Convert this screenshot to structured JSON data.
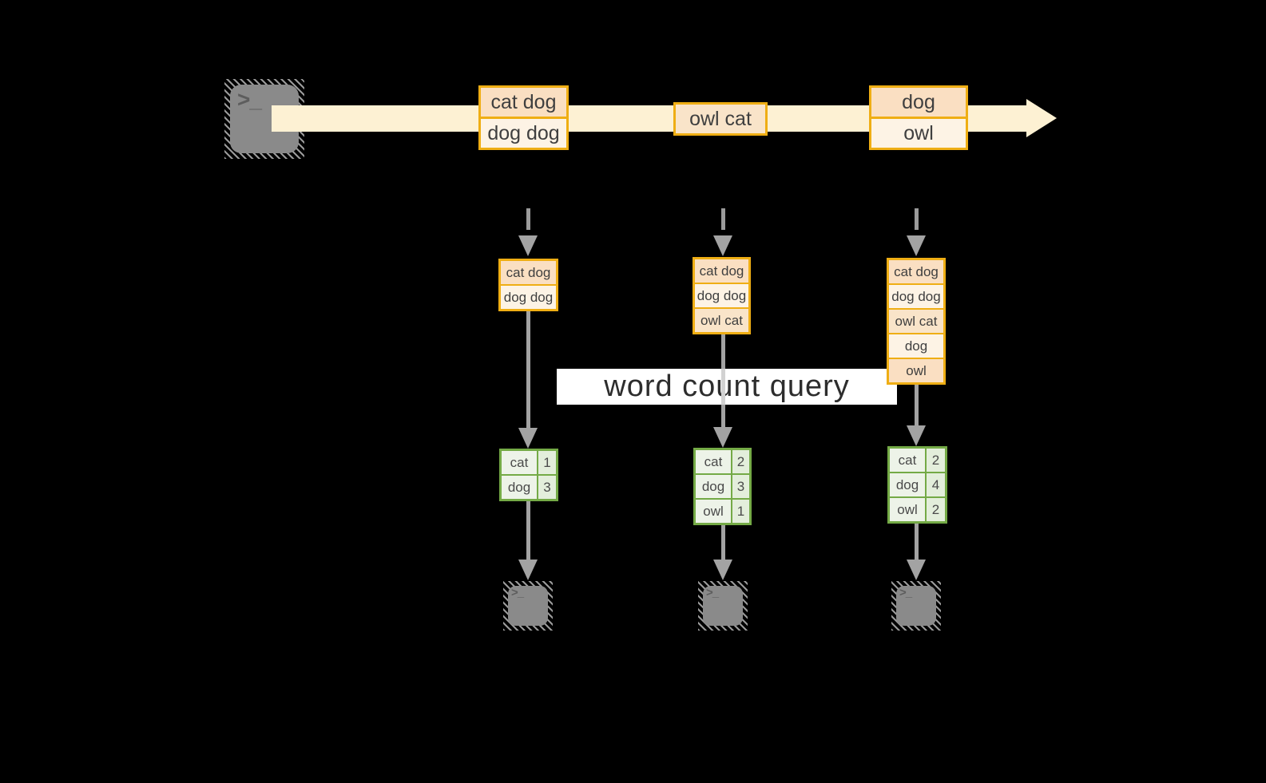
{
  "diagram": {
    "query_label": "word count query",
    "prompt_glyph": ">_"
  },
  "stream": {
    "batches": [
      {
        "rows": [
          "cat dog",
          "dog dog"
        ]
      },
      {
        "rows": [
          "owl cat"
        ]
      },
      {
        "rows": [
          "dog",
          "owl"
        ]
      }
    ]
  },
  "columns": [
    {
      "input_rows": [
        "cat dog",
        "dog dog"
      ],
      "result": [
        {
          "word": "cat",
          "count": "1"
        },
        {
          "word": "dog",
          "count": "3"
        }
      ]
    },
    {
      "input_rows": [
        "cat dog",
        "dog dog",
        "owl cat"
      ],
      "result": [
        {
          "word": "cat",
          "count": "2"
        },
        {
          "word": "dog",
          "count": "3"
        },
        {
          "word": "owl",
          "count": "1"
        }
      ]
    },
    {
      "input_rows": [
        "cat dog",
        "dog dog",
        "owl cat",
        "dog",
        "owl"
      ],
      "result": [
        {
          "word": "cat",
          "count": "2"
        },
        {
          "word": "dog",
          "count": "4"
        },
        {
          "word": "owl",
          "count": "2"
        }
      ]
    }
  ],
  "colors": {
    "stream_band": "#fdf1d3",
    "box_border": "#efae14",
    "row_peach": "#fadfc2",
    "row_cream": "#fdf3e5",
    "row_medium": "#f9e4c9",
    "table_border": "#74aa46",
    "table_word_cell": "#edf3e8",
    "table_count_cell": "#e3eedb",
    "arrow_gray": "#a3a3a3",
    "terminal_gray": "#8a8a8a",
    "query_band_bg": "#ffffff",
    "text_dark": "#3f3f3f"
  }
}
